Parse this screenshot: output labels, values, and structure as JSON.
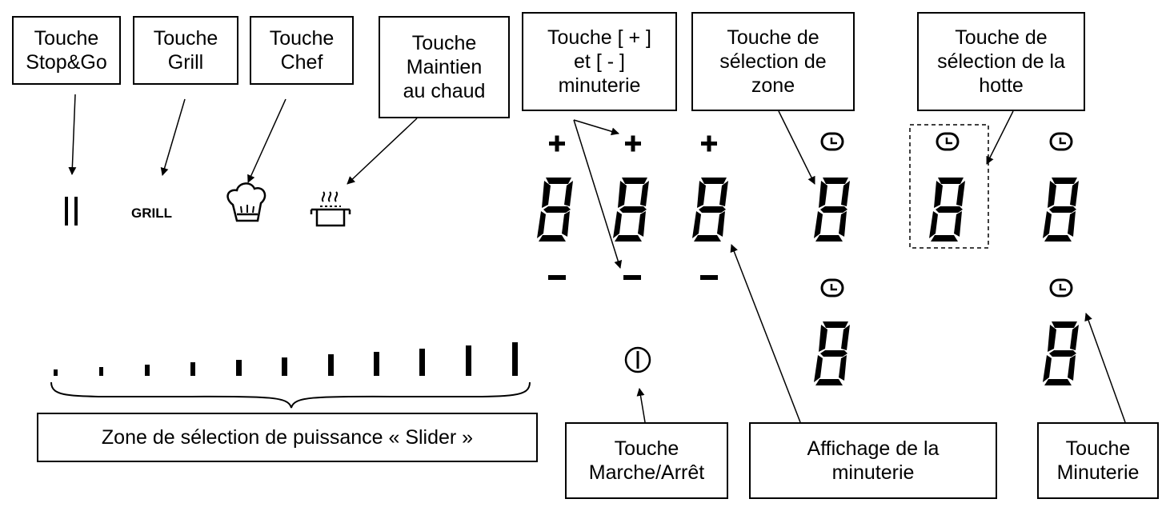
{
  "labels": {
    "stop_go": "Touche\nStop&Go",
    "grill": "Touche\nGrill",
    "chef": "Touche\nChef",
    "keep_warm": "Touche\nMaintien\nau chaud",
    "timer_plus_minus": "Touche [ + ]\net [ - ]\nminuterie",
    "zone_select": "Touche de\nsélection de\nzone",
    "hood_select": "Touche de\nsélection de la\nhotte",
    "slider_zone": "Zone de sélection de puissance « Slider »",
    "on_off": "Touche\nMarche/Arrêt",
    "timer_display": "Affichage de la\nminuterie",
    "timer_key": "Touche\nMinuterie"
  },
  "panel": {
    "grill_text": "GRILL",
    "plus_sign": "+",
    "minus_sign": "−",
    "digit_glyph": "8",
    "slider_levels": 11
  },
  "colors": {
    "ink": "#000000",
    "background": "#ffffff"
  }
}
